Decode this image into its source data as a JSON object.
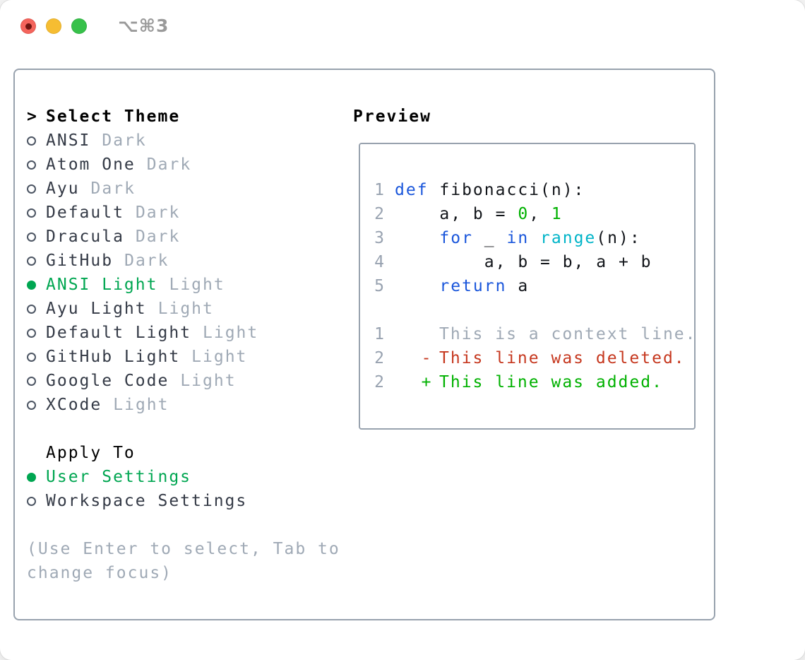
{
  "window": {
    "title": "⌥⌘3",
    "traffic_lights": [
      "close",
      "minimize",
      "zoom"
    ]
  },
  "theme_list": {
    "prompt": ">",
    "header": "Select Theme",
    "items": [
      {
        "label": "ANSI",
        "tag": "Dark",
        "selected": false
      },
      {
        "label": "Atom One",
        "tag": "Dark",
        "selected": false
      },
      {
        "label": "Ayu",
        "tag": "Dark",
        "selected": false
      },
      {
        "label": "Default",
        "tag": "Dark",
        "selected": false
      },
      {
        "label": "Dracula",
        "tag": "Dark",
        "selected": false
      },
      {
        "label": "GitHub",
        "tag": "Dark",
        "selected": false
      },
      {
        "label": "ANSI Light",
        "tag": "Light",
        "selected": true
      },
      {
        "label": "Ayu Light",
        "tag": "Light",
        "selected": false
      },
      {
        "label": "Default Light",
        "tag": "Light",
        "selected": false
      },
      {
        "label": "GitHub Light",
        "tag": "Light",
        "selected": false
      },
      {
        "label": "Google Code",
        "tag": "Light",
        "selected": false
      },
      {
        "label": "XCode",
        "tag": "Light",
        "selected": false
      }
    ]
  },
  "apply_to": {
    "header": "Apply To",
    "options": [
      {
        "label": "User Settings",
        "selected": true
      },
      {
        "label": "Workspace Settings",
        "selected": false
      }
    ]
  },
  "help_text": "(Use Enter to select, Tab to change focus)",
  "preview": {
    "title": "Preview",
    "code_lines": [
      {
        "num": "1",
        "tokens": [
          {
            "c": "kw",
            "t": "def"
          },
          {
            "c": "plain",
            "t": " fibonacci(n):"
          }
        ]
      },
      {
        "num": "2",
        "tokens": [
          {
            "c": "plain",
            "t": "    a, b = "
          },
          {
            "c": "num",
            "t": "0"
          },
          {
            "c": "plain",
            "t": ", "
          },
          {
            "c": "num",
            "t": "1"
          }
        ]
      },
      {
        "num": "3",
        "tokens": [
          {
            "c": "plain",
            "t": "    "
          },
          {
            "c": "kw",
            "t": "for"
          },
          {
            "c": "plain",
            "t": " _ "
          },
          {
            "c": "kw",
            "t": "in"
          },
          {
            "c": "plain",
            "t": " "
          },
          {
            "c": "fn",
            "t": "range"
          },
          {
            "c": "plain",
            "t": "(n):"
          }
        ]
      },
      {
        "num": "4",
        "tokens": [
          {
            "c": "plain",
            "t": "        a, b = b, a + b"
          }
        ]
      },
      {
        "num": "5",
        "tokens": [
          {
            "c": "plain",
            "t": "    "
          },
          {
            "c": "kw",
            "t": "return"
          },
          {
            "c": "plain",
            "t": " a"
          }
        ]
      }
    ],
    "diff_lines": [
      {
        "num": "1",
        "marker": "",
        "kind": "context",
        "text": "This is a context line."
      },
      {
        "num": "2",
        "marker": "-",
        "kind": "deleted",
        "text": "This line was deleted."
      },
      {
        "num": "2",
        "marker": "+",
        "kind": "added",
        "text": "This line was added."
      }
    ]
  },
  "colors": {
    "accent": "#00a651",
    "added": "#00b100",
    "deleted": "#c6381f",
    "kw": "#1a56db",
    "fn": "#00b4c8",
    "muted": "#9fa9b5",
    "lnum": "#98a2b0",
    "border": "#98a2ae",
    "list_text": "#343a46",
    "code_text": "#12151a"
  }
}
